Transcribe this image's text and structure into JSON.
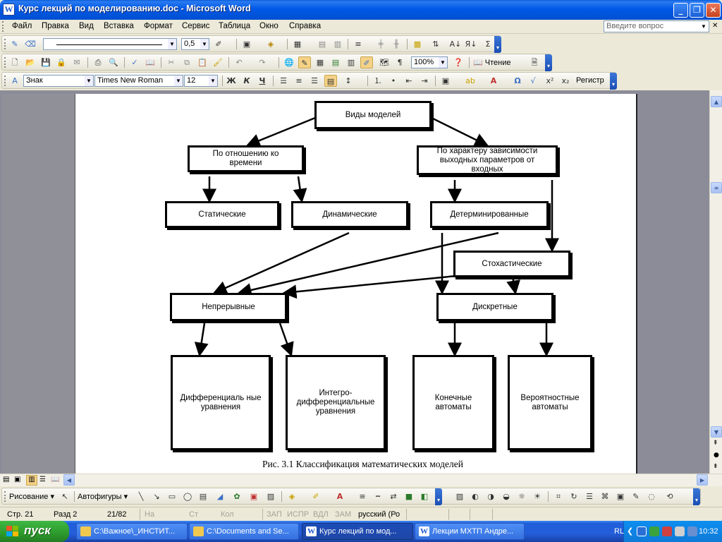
{
  "window": {
    "title": "Курс лекций по моделированию.doc - Microsoft Word",
    "app_icon_letter": "W",
    "minimize_icon": "minimize-icon",
    "maximize_icon": "restore-icon",
    "close_icon": "close-icon"
  },
  "menu": {
    "items": [
      "Файл",
      "Правка",
      "Вид",
      "Вставка",
      "Формат",
      "Сервис",
      "Таблица",
      "Окно",
      "Справка"
    ],
    "ask_placeholder": "Введите вопрос"
  },
  "toolbar1": {
    "line_style": "",
    "line_width": "0,5"
  },
  "toolbar2": {
    "zoom": "100%",
    "reading_label": "Чтение"
  },
  "toolbar3": {
    "style": "Знак",
    "font": "Times New Roman",
    "size": "12",
    "bold": "Ж",
    "italic": "К",
    "underline": "Ч",
    "register_label": "Регистр"
  },
  "diagram": {
    "root": "Виды моделей",
    "by_time": "По отношению ко времени",
    "by_dependency": "По характеру зависимости выходных параметров от входных",
    "static": "Статические",
    "dynamic": "Динамические",
    "deterministic": "Детерминированные",
    "stochastic": "Стохастические",
    "continuous": "Непрерывные",
    "discrete": "Дискретные",
    "differential": "Дифференциаль ные уравнения",
    "integro": "Интегро-дифференциальные уравнения",
    "finite": "Конечные автоматы",
    "probabilistic": "Вероятностные автоматы"
  },
  "caption": "Рис. 3.1 Классификация математических моделей",
  "drawbar": {
    "drawing_label": "Рисование",
    "autoshapes_label": "Автофигуры"
  },
  "status": {
    "page": "Стр. 21",
    "section": "Разд 2",
    "pages": "21/82",
    "at": "На",
    "line": "Ст",
    "col": "Кол",
    "rec": "ЗАП",
    "trk": "ИСПР",
    "ext": "ВДЛ",
    "ovr": "ЗАМ",
    "lang": "русский (Ро"
  },
  "taskbar": {
    "start_label": "пуск",
    "tasks": [
      "C:\\Важное\\_ИНСТИТ...",
      "C:\\Documents and Se...",
      "Курс лекций по мод...",
      "Лекции МХТП Андре..."
    ],
    "lang": "RL",
    "clock": "10:32"
  },
  "colors": {
    "titlebar": "#0058e6",
    "taskbar": "#245edb",
    "start": "#2c9a2c",
    "tray": "#0f7ad8"
  }
}
